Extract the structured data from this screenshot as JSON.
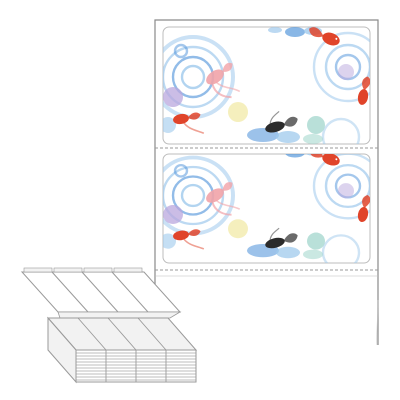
{
  "colors": {
    "background": "#ffffff",
    "sheet_outline": "#8a8a8a",
    "cut_line": "#9a9a9a",
    "label_outline": "#bdbdbd",
    "water_blue": "#4a90d9",
    "water_light": "#9fc9ec",
    "goldfish_red": "#e0442a",
    "goldfish_pink": "#f1a3a8",
    "goldfish_black": "#2b2b2b",
    "lavender": "#b9a7dd",
    "pale_yellow": "#f3ecb1",
    "mint": "#a7d8cf",
    "stack_paper": "#f2f2f2",
    "stack_edge": "#9a9a9a"
  },
  "product": {
    "labels_per_row": 1,
    "visible_labels": 2,
    "design_motif": "goldfish-and-ripples"
  }
}
